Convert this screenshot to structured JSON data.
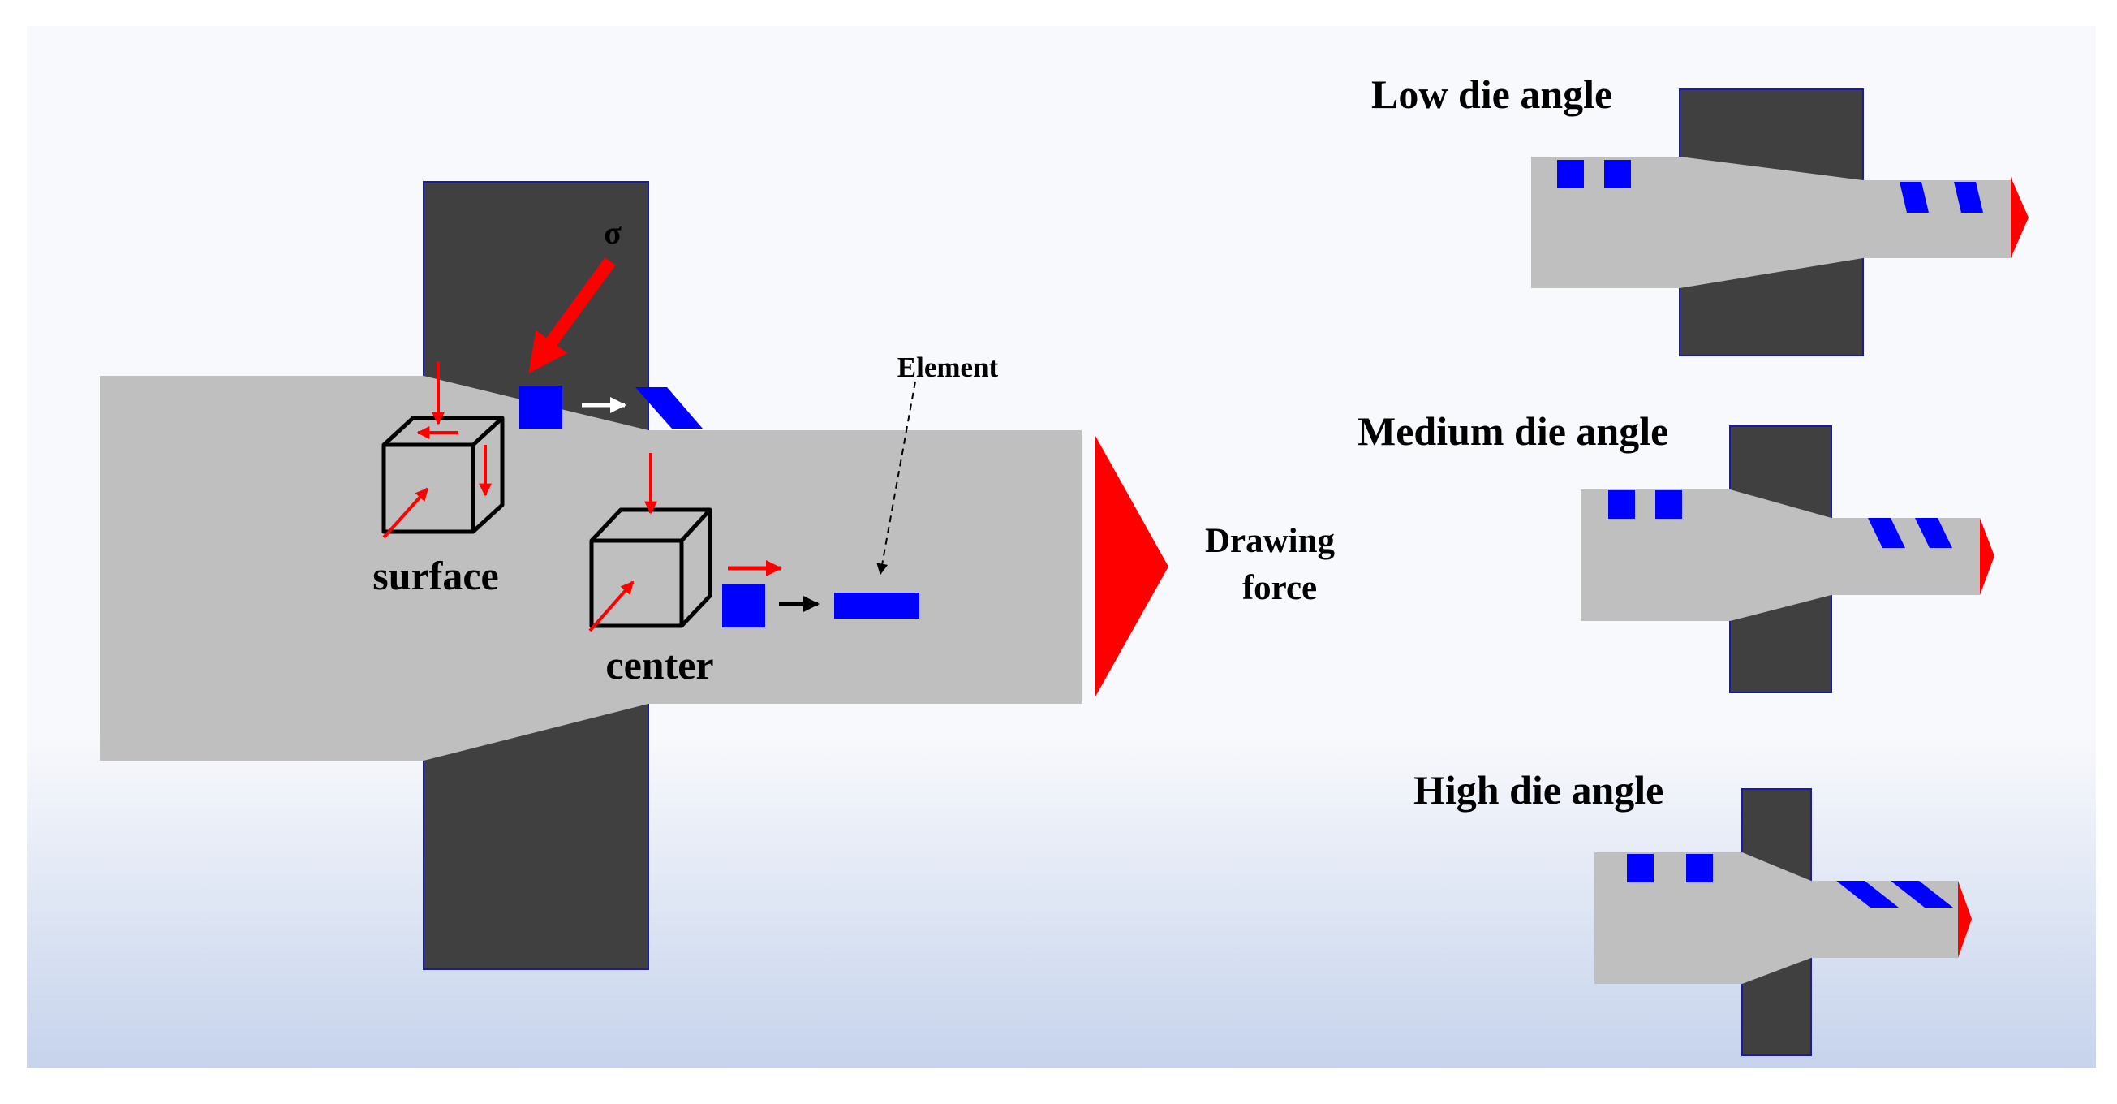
{
  "main_diagram": {
    "sigma_label": "σ",
    "element_label": "Element",
    "surface_label": "surface",
    "center_label": "center",
    "drawing_force_line1": "Drawing",
    "drawing_force_line2": "force"
  },
  "variants": [
    {
      "title": "Low die angle"
    },
    {
      "title": "Medium die angle"
    },
    {
      "title": "High die angle"
    }
  ],
  "colors": {
    "die": "#404040",
    "die_border": "#1a1aa6",
    "workpiece": "#bfbfbf",
    "element": "#0000ff",
    "force_arrow": "#ff0000",
    "stress_arrow": "#ff0000",
    "background_top": "#f8f9fc",
    "background_bottom": "#c6d3ec"
  }
}
